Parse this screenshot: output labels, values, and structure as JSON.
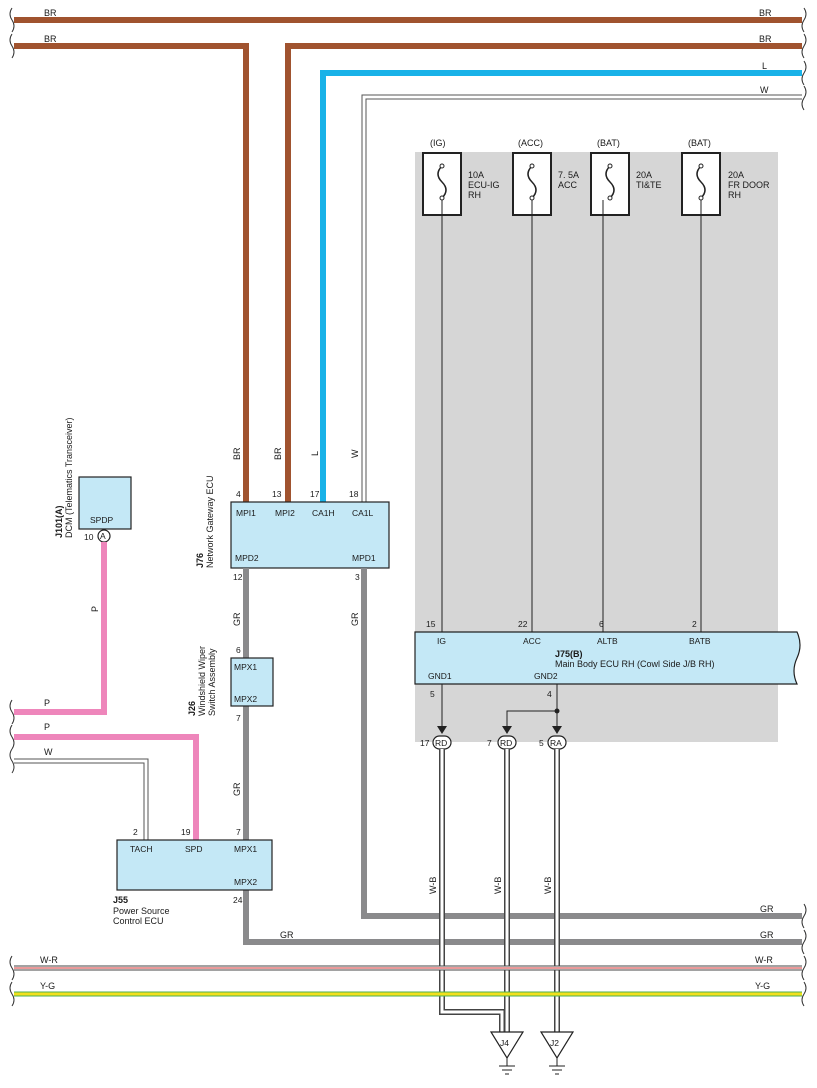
{
  "colors": {
    "br": "#a0532f",
    "light_blue": "#19b2e8",
    "pink": "#ee86bb",
    "gray": "#8a8a8c",
    "white_wire": "#ffffff",
    "ecu_fill": "#c4e8f6",
    "shade": "#d6d6d6",
    "red": "#d43535",
    "yellow": "#f2e01c",
    "green": "#4caf50"
  },
  "top_wires": {
    "br1": "BR",
    "br2": "BR",
    "l": "L",
    "w": "W"
  },
  "fuses": [
    {
      "source": "(IG)",
      "line1": "10A",
      "line2": "ECU-IG",
      "line3": "RH"
    },
    {
      "source": "(ACC)",
      "line1": "7. 5A",
      "line2": "ACC",
      "line3": ""
    },
    {
      "source": "(BAT)",
      "line1": "20A",
      "line2": "TI&TE",
      "line3": ""
    },
    {
      "source": "(BAT)",
      "line1": "20A",
      "line2": "FR DOOR",
      "line3": "RH"
    }
  ],
  "j101": {
    "id": "J101(A)",
    "name": "DCM (Telematics Transceiver)",
    "terminal": "SPDP",
    "pin": "10",
    "connector": "A"
  },
  "j76": {
    "id": "J76",
    "name": "Network Gateway ECU",
    "top_pins": [
      {
        "num": "4",
        "name": "MPI1",
        "wire": "BR"
      },
      {
        "num": "13",
        "name": "MPI2",
        "wire": "BR"
      },
      {
        "num": "17",
        "name": "CA1H",
        "wire": "L"
      },
      {
        "num": "18",
        "name": "CA1L",
        "wire": "W"
      }
    ],
    "bottom_pins": [
      {
        "num": "12",
        "name": "MPD2"
      },
      {
        "num": "3",
        "name": "MPD1"
      }
    ]
  },
  "j26": {
    "id": "J26",
    "name1": "Windshield Wiper",
    "name2": "Switch Assembly",
    "pins": [
      {
        "num": "6",
        "name": "MPX1"
      },
      {
        "num": "7",
        "name": "MPX2"
      }
    ]
  },
  "j55": {
    "id": "J55",
    "name1": "Power Source",
    "name2": "Control ECU",
    "top_pins": [
      {
        "num": "2",
        "name": "TACH"
      },
      {
        "num": "19",
        "name": "SPD"
      },
      {
        "num": "7",
        "name": "MPX1"
      }
    ],
    "bottom_pin": {
      "num": "24",
      "name": "MPX2"
    }
  },
  "j75": {
    "id": "J75(B)",
    "name": "Main Body ECU RH (Cowl Side J/B RH)",
    "top_pins": [
      {
        "num": "15",
        "name": "IG"
      },
      {
        "num": "22",
        "name": "ACC"
      },
      {
        "num": "6",
        "name": "ALTB"
      },
      {
        "num": "2",
        "name": "BATB"
      }
    ],
    "bottom_pins": [
      {
        "num": "5",
        "name": "GND1"
      },
      {
        "num": "4",
        "name": "GND2"
      }
    ]
  },
  "ground_connectors": [
    {
      "num": "17",
      "code": "RD"
    },
    {
      "num": "7",
      "code": "RD"
    },
    {
      "num": "5",
      "code": "RA"
    }
  ],
  "ground_wire_labels": [
    "W-B",
    "W-B",
    "W-B"
  ],
  "grounds": [
    "J4",
    "J2"
  ],
  "wire_labels": {
    "gr": "GR",
    "p": "P",
    "w": "W",
    "wr": "W-R",
    "yg": "Y-G"
  }
}
